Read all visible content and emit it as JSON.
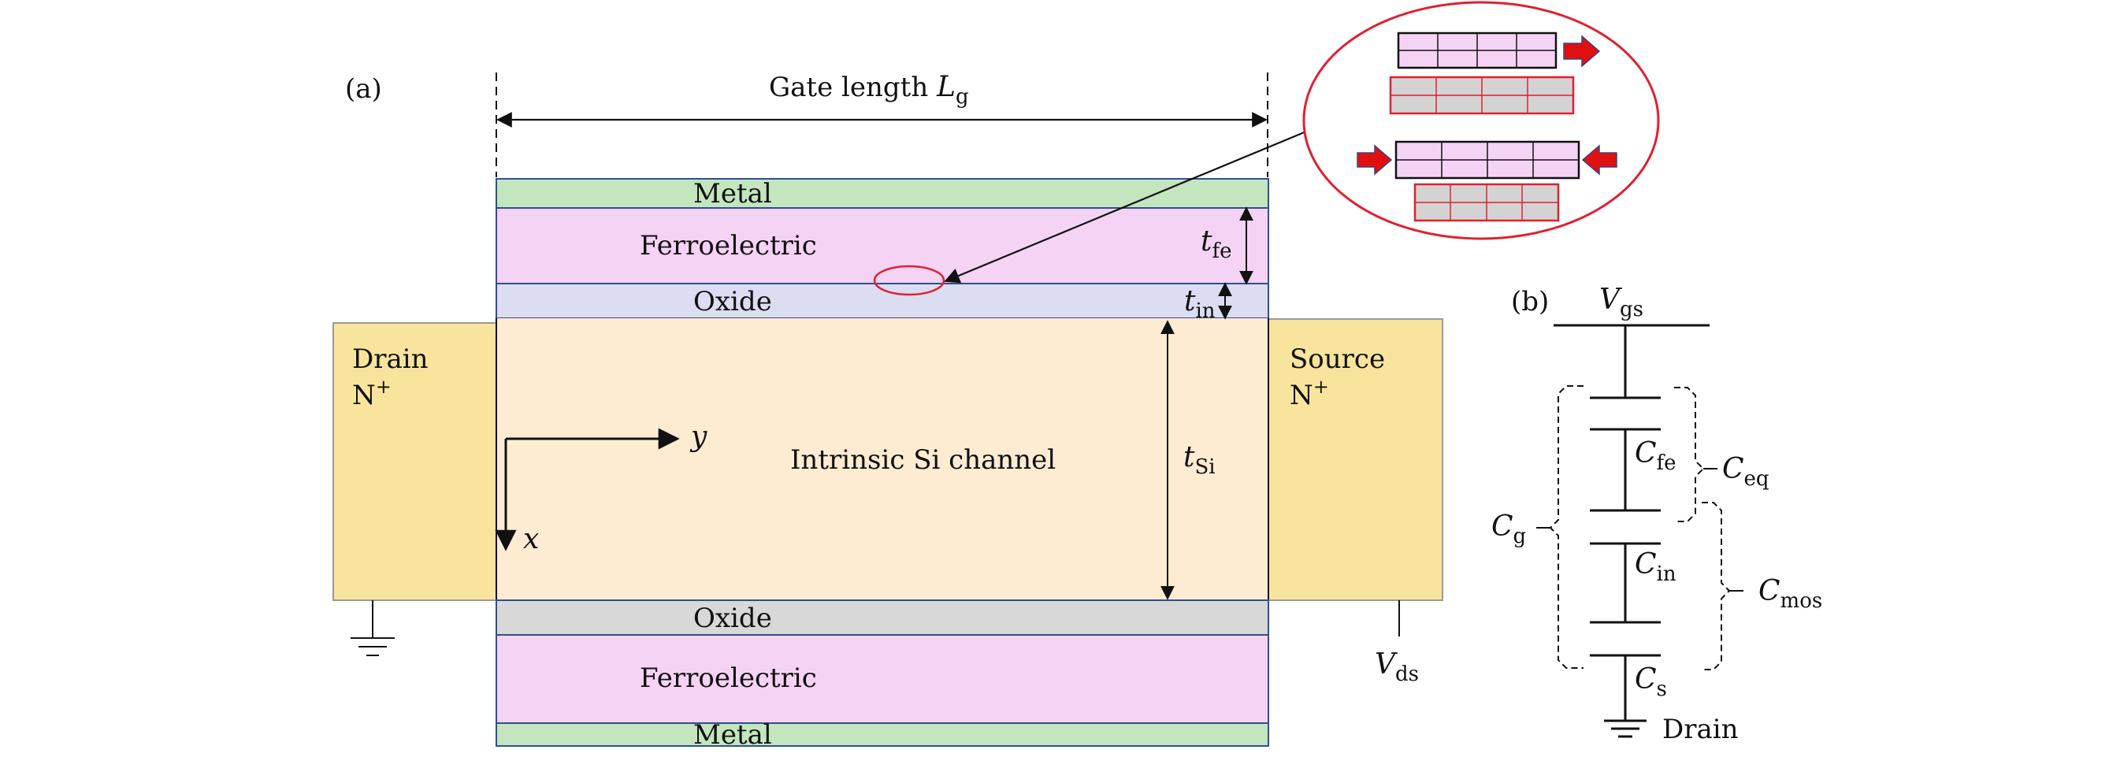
{
  "panel_a": {
    "tag": "(a)",
    "gate_length": {
      "text": "Gate length ",
      "symbol": "L",
      "sub": "g"
    },
    "layers": {
      "metal_top": "Metal",
      "ferro_top": "Ferroelectric",
      "oxide_top": "Oxide",
      "channel": "Intrinsic Si channel",
      "oxide_bottom": "Oxide",
      "ferro_bottom": "Ferroelectric",
      "metal_bottom": "Metal"
    },
    "drain": {
      "name": "Drain",
      "doping": "N",
      "sup": "+"
    },
    "source": {
      "name": "Source",
      "doping": "N",
      "sup": "+"
    },
    "thickness": {
      "t_fe": {
        "symbol": "t",
        "sub": "fe"
      },
      "t_in": {
        "symbol": "t",
        "sub": "in"
      },
      "t_si": {
        "symbol": "t",
        "sub": "Si"
      }
    },
    "axes": {
      "x": "x",
      "y": "y"
    },
    "vds": {
      "symbol": "V",
      "sub": "ds"
    }
  },
  "panel_b": {
    "tag": "(b)",
    "vgs": {
      "symbol": "V",
      "sub": "gs"
    },
    "c_fe": {
      "symbol": "C",
      "sub": "fe"
    },
    "c_in": {
      "symbol": "C",
      "sub": "in"
    },
    "c_s": {
      "symbol": "C",
      "sub": "s"
    },
    "c_eq": {
      "symbol": "C",
      "sub": "eq"
    },
    "c_mos": {
      "symbol": "C",
      "sub": "mos"
    },
    "c_g": {
      "symbol": "C",
      "sub": "g"
    },
    "ground_label": "Drain"
  },
  "colors": {
    "metal": "#c3e6bf",
    "ferroelectric": "#f5d3f5",
    "oxide_top": "#dcdcf2",
    "channel": "#fdecd2",
    "oxide_bottom": "#d8d8d8",
    "contact": "#f8e49c",
    "highlight_red": "#e02030",
    "arrow_red": "#e01010"
  }
}
